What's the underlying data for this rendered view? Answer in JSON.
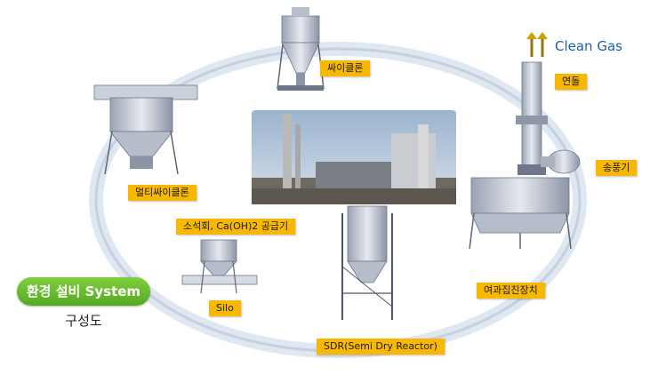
{
  "clean_gas_label": "Clean Gas",
  "title_badge": "환경 설비 System",
  "subtitle": "구성도",
  "components": {
    "cyclone": "싸이클론",
    "stack": "연돌",
    "blower": "송풍기",
    "multi_cyclone": "멀티싸이클론",
    "lime_feeder": "소석회, Ca(OH)2 공급기",
    "silo": "Silo",
    "bag_filter": "여과집진장치",
    "sdr": "SDR(Semi Dry Reactor)"
  },
  "colors": {
    "label_bg": "#f8b800",
    "accent_green": "#6cbf2f",
    "clean_gas_text": "#1f5fa8"
  }
}
